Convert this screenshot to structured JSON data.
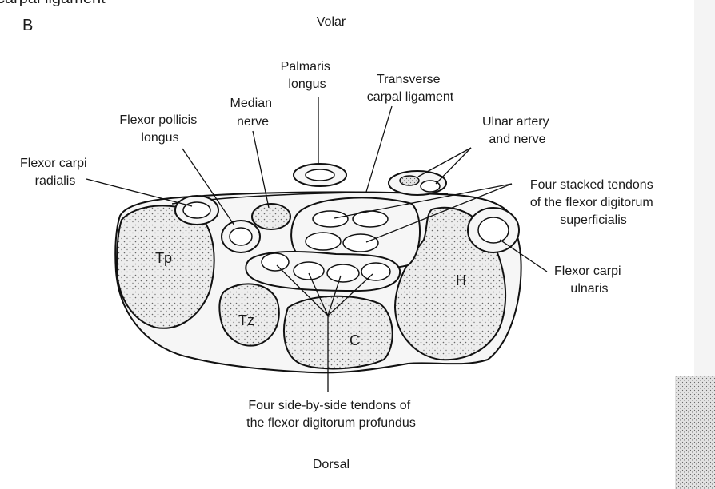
{
  "header_fragment": "carpal ligament",
  "panel_label": "B",
  "orientation": {
    "top": "Volar",
    "bottom": "Dorsal"
  },
  "labels": {
    "palmaris_longus": [
      "Palmaris",
      "longus"
    ],
    "transverse_carpal_ligament": [
      "Transverse",
      "carpal ligament"
    ],
    "median_nerve": [
      "Median",
      "nerve"
    ],
    "flexor_pollicis_longus": [
      "Flexor pollicis",
      "longus"
    ],
    "ulnar_artery_nerve": [
      "Ulnar artery",
      "and nerve"
    ],
    "flexor_carpi_radialis": [
      "Flexor carpi",
      "radialis"
    ],
    "fds": [
      "Four stacked tendons",
      "of the flexor digitorum",
      "superficialis"
    ],
    "flexor_carpi_ulnaris": [
      "Flexor carpi",
      "ulnaris"
    ],
    "fdp": [
      "Four side-by-side tendons of",
      "the flexor digitorum profundus"
    ]
  },
  "bones": {
    "trapezium": "Tp",
    "trapezoid": "Tz",
    "capitate": "C",
    "hamate": "H"
  }
}
